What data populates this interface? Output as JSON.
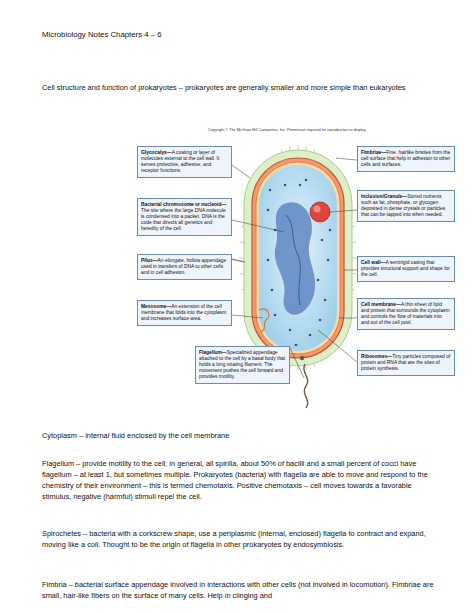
{
  "diagram": {
    "title": "Microbiology Notes Chapters 4 – 6",
    "nodes": [
      {
        "text": [
          "Glycocalyx—",
          "A coating or layer of molecules external to the cell wall. It serves protective, adhesive, and receptor functions."
        ]
      },
      {
        "text": [
          "Bacterial chromosome or nucleoid—",
          "The site where the large DNA molecule is condensed into a packet. DNA is the code that directs all genetics and heredity of the cell."
        ]
      },
      {
        "text": [
          "Pilus—",
          "An elongate, hollow appendage used in transfers of DNA to other cells and in cell adhesion."
        ]
      },
      {
        "text": [
          "Mesosome—",
          "An extension of the cell membrane that folds into the cytoplasm and increases surface area."
        ]
      },
      {
        "text": [
          "Flagellum—",
          "Specialized appendage attached to the cell by a basal body that holds a long rotating filament. The movement pushes the cell forward and provides motility."
        ]
      },
      {
        "text": [
          "Fimbriae—",
          "Fine, hairlike bristles from the cell surface that help in adhesion to other cells and surfaces."
        ]
      },
      {
        "text": [
          "Inclusion/Granule—",
          "Stored nutrients such as fat, phosphate, or glycogen deposited in dense crystals or particles that can be tapped into when needed."
        ]
      },
      {
        "text": [
          "Cell wall—",
          "A semirigid casing that provides structural support and shape for the cell."
        ]
      },
      {
        "text": [
          "Cell membrane—",
          "A thin sheet of lipid and protein that surrounds the cytoplasm and controls the flow of materials into and out of the cell pool."
        ]
      },
      {
        "text": [
          "Ribosomes—",
          "Tiny particles composed of protein and RNA that are the sites of protein synthesis."
        ]
      }
    ],
    "labels": [
      "Cell structure and function of prokaryotes – prokaryotes are generally smaller and more simple than eukaryotes",
      "Copyright © The McGraw-Hill Companies, Inc. Permission required for reproduction or display.",
      "Cytoplasm – internal fluid enclosed by the cell membrane",
      "Flagellum – provide motility to the cell; in general, all spirilla, about 50% of bacilli and a small percent of cocci have flagellum – at least 1, but sometimes multiple. Prokaryotes (bacteria) with flagella are able to move and respond to the chemistry of their environment – this is termed chemotaxis. Positive chemotaxis – cell moves towards a favorable stimulus, negative (harmful) stimuli repel the cell.",
      "Spirochetes – bacteria with a corkscrew shape, use a periplasmic (internal, enclosed) flagella to contract and expand, moving like a coil. Thought to be the origin of flagella in other prokaryotes by endosymbiosis.",
      "Fimbria – bacterial surface appendage involved in interactions with other cells (not involved in locomotion). Fimbriae are small, hair-like fibers on the surface of many cells. Help in clinging and"
    ]
  }
}
